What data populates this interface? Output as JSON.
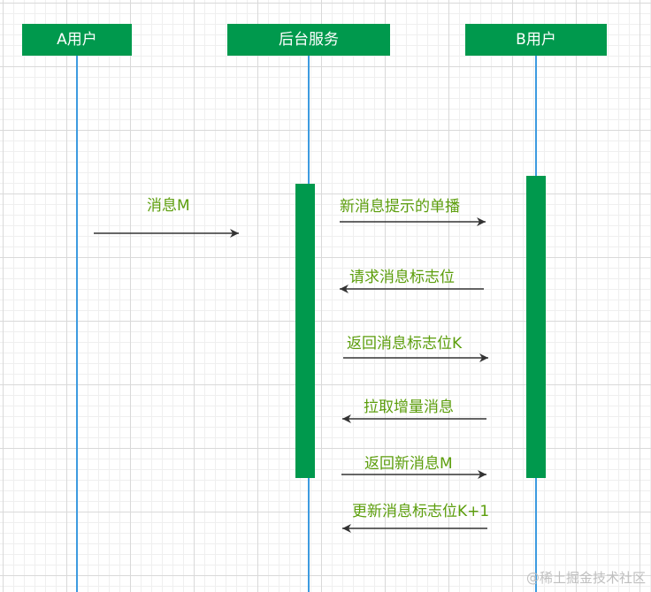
{
  "participants": {
    "a": "A用户",
    "server": "后台服务",
    "b": "B用户"
  },
  "messages": [
    {
      "label": "消息M",
      "direction": "right"
    },
    {
      "label": "新消息提示的单播",
      "direction": "right"
    },
    {
      "label": "请求消息标志位",
      "direction": "left"
    },
    {
      "label": "返回消息标志位K",
      "direction": "right"
    },
    {
      "label": "拉取增量消息",
      "direction": "left"
    },
    {
      "label": "返回新消息M",
      "direction": "right"
    },
    {
      "label": "更新消息标志位K+1",
      "direction": "left"
    }
  ],
  "watermark": "@稀土掘金技术社区",
  "colors": {
    "participant_fill": "#00994d",
    "participant_text": "#ffffff",
    "lifeline": "#3d9be0",
    "activation": "#00994d",
    "message_text": "#5c9e0c",
    "arrow": "#333333"
  }
}
